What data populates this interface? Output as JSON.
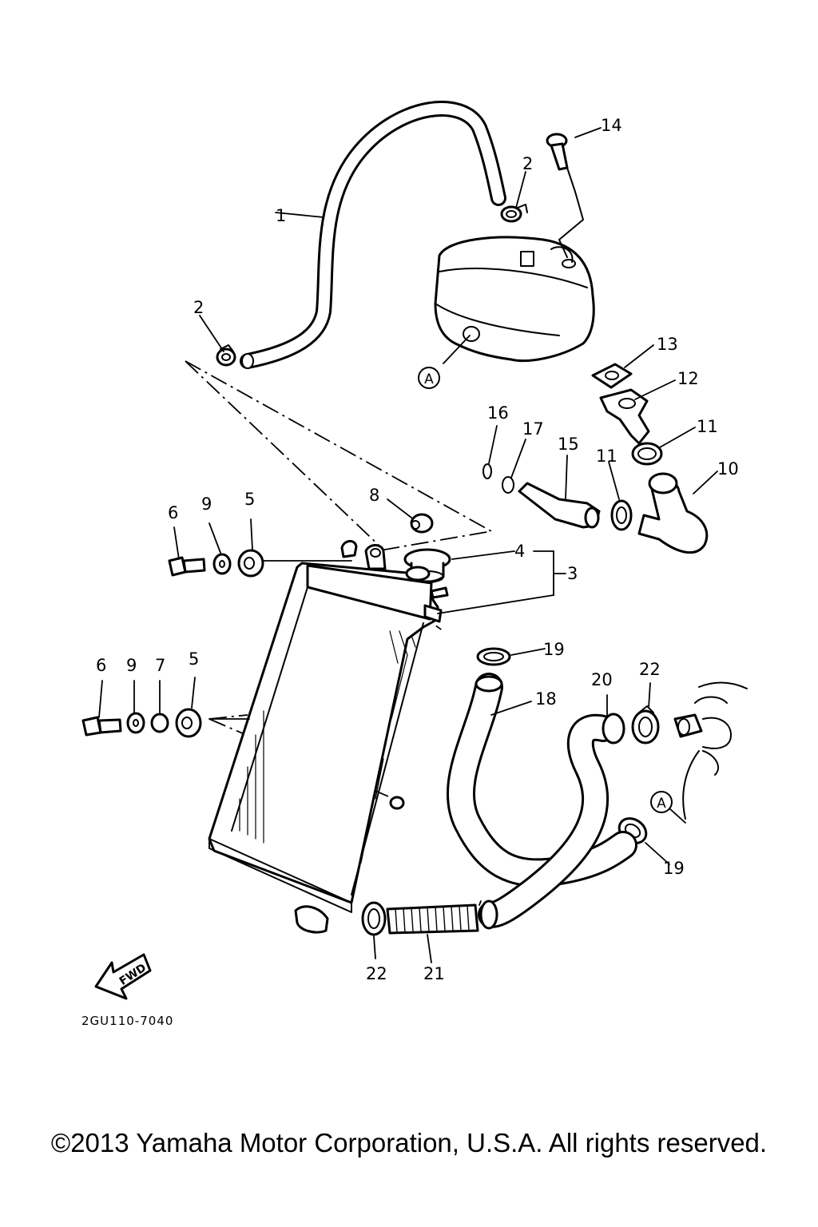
{
  "callouts": {
    "p1": "1",
    "p2a": "2",
    "p2b": "2",
    "p3": "3",
    "p4": "4",
    "p5a": "5",
    "p5b": "5",
    "p6a": "6",
    "p6b": "6",
    "p7": "7",
    "p8": "8",
    "p9a": "9",
    "p9b": "9",
    "p10": "10",
    "p11a": "11",
    "p11b": "11",
    "p12": "12",
    "p13": "13",
    "p14": "14",
    "p15": "15",
    "p16": "16",
    "p17": "17",
    "p18": "18",
    "p19a": "19",
    "p19b": "19",
    "p20": "20",
    "p21": "21",
    "p22a": "22",
    "p22b": "22",
    "refA1": "A",
    "refA2": "A"
  },
  "fwd_label": "FWD",
  "drawing_number": "2GU110-7040",
  "copyright": "©2013 Yamaha Motor Corporation, U.S.A. All rights reserved."
}
